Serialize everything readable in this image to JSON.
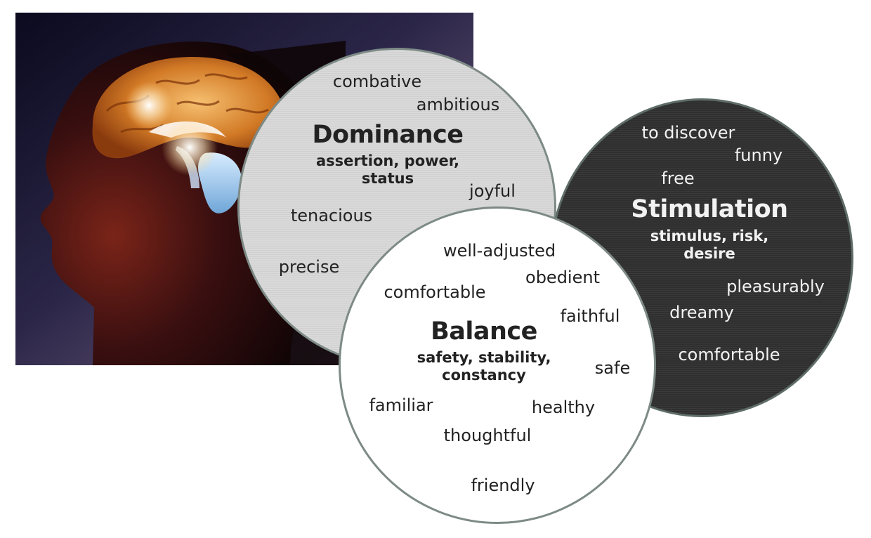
{
  "colors": {
    "dominance_fill": "#d9d9d9",
    "stimulation_fill": "#2f2f2f",
    "balance_fill": "#ffffff",
    "circle_outline": "#7d8a86"
  },
  "dominance": {
    "title": "Dominance",
    "subtitle_lines": [
      "assertion, power,",
      "status"
    ],
    "words": [
      "combative",
      "ambitious",
      "joyful",
      "tenacious",
      "precise"
    ]
  },
  "stimulation": {
    "title": "Stimulation",
    "subtitle_lines": [
      "stimulus, risk,",
      "desire"
    ],
    "words": [
      "to discover",
      "funny",
      "free",
      "pleasurably",
      "dreamy",
      "comfortable"
    ]
  },
  "balance": {
    "title": "Balance",
    "subtitle_lines": [
      "safety, stability,",
      "constancy"
    ],
    "words": [
      "well-adjusted",
      "obedient",
      "comfortable",
      "faithful",
      "safe",
      "familiar",
      "healthy",
      "thoughtful",
      "friendly"
    ]
  }
}
